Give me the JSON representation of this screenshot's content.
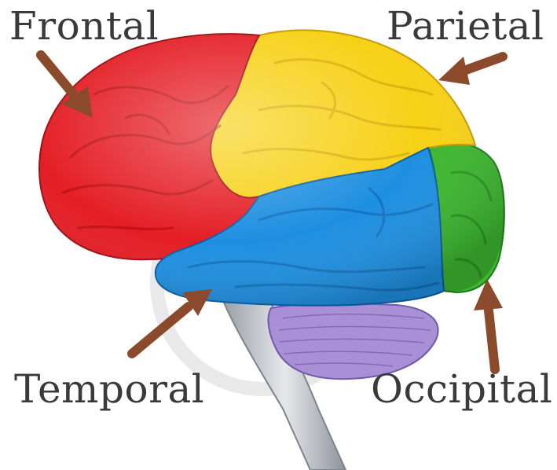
{
  "labels": {
    "frontal": "Frontal",
    "parietal": "Parietal",
    "temporal": "Temporal",
    "occipital": "Occipital"
  },
  "colors": {
    "frontal": "#e41e25",
    "parietal": "#f7d117",
    "temporal": "#1e8fe0",
    "occipital": "#3cb72f",
    "cerebellum": "#a98fd6",
    "brainstem": "#c9ccd1",
    "arrow": "#8b4a2b",
    "text": "#3a3a3a"
  },
  "icons": {
    "arrow": "arrow-icon"
  }
}
